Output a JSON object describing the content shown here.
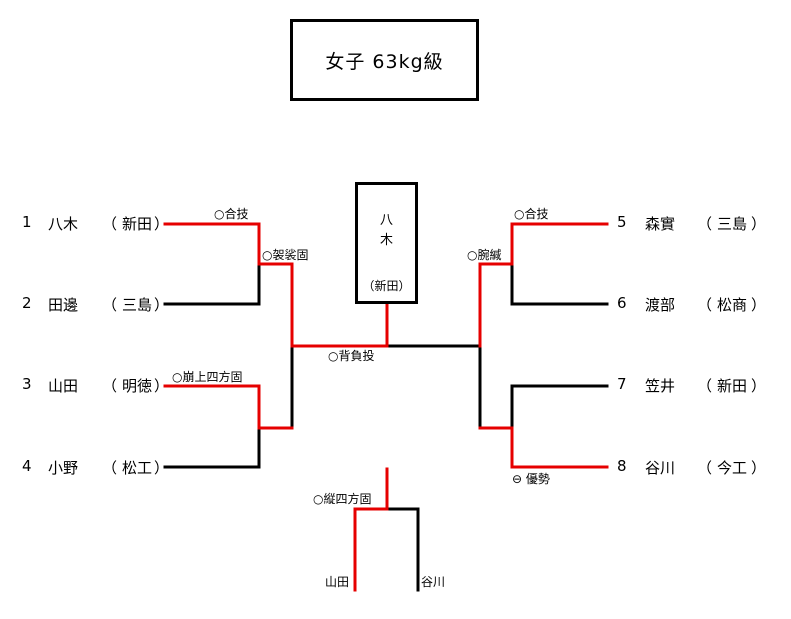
{
  "title": "女子 63kg級",
  "winner": {
    "name_line1": "八",
    "name_line2": "木",
    "team": "（新田）"
  },
  "entries": [
    {
      "num": "1",
      "name": "八木",
      "team": "新田"
    },
    {
      "num": "2",
      "name": "田邊",
      "team": "三島"
    },
    {
      "num": "3",
      "name": "山田",
      "team": "明徳"
    },
    {
      "num": "4",
      "name": "小野",
      "team": "松工"
    },
    {
      "num": "5",
      "name": "森實",
      "team": "三島"
    },
    {
      "num": "6",
      "name": "渡部",
      "team": "松商"
    },
    {
      "num": "7",
      "name": "笠井",
      "team": "新田"
    },
    {
      "num": "8",
      "name": "谷川",
      "team": "今工"
    }
  ],
  "paren_open": "（",
  "paren_close": "）",
  "annotations": {
    "m1": "○合技",
    "m2": "○崩上四方固",
    "m3": "○合技",
    "m4": "⊖ 優勢",
    "sf1": "○袈裟固",
    "sf2": "○腕緘",
    "final": "○背負投",
    "third": "○縦四方固"
  },
  "third_place": {
    "left": "山田",
    "right": "谷川"
  },
  "colors": {
    "win": "#e60000",
    "line": "#000000"
  }
}
